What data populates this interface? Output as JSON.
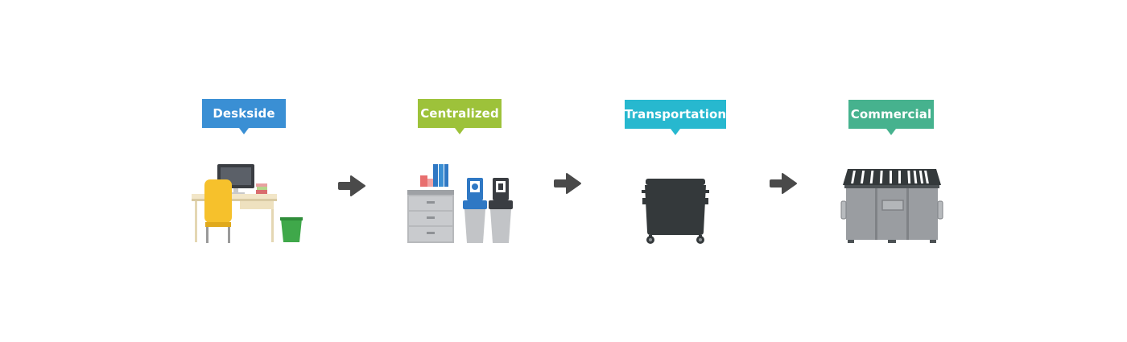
{
  "stages": [
    {
      "label": "Deskside",
      "color": "#3a8fd4",
      "icon": "desk-with-computer-and-bin-icon"
    },
    {
      "label": "Centralized",
      "color": "#9dc23a",
      "icon": "cabinet-and-recycling-bins-icon"
    },
    {
      "label": "Transportation",
      "color": "#27b8cf",
      "icon": "wheeled-waste-container-icon"
    },
    {
      "label": "Commercial",
      "color": "#46b28e",
      "icon": "commercial-dumpster-icon"
    }
  ],
  "connector_icon": "right-arrow-icon",
  "colors": {
    "arrow": "#4a4a4a",
    "background": "#ffffff"
  }
}
